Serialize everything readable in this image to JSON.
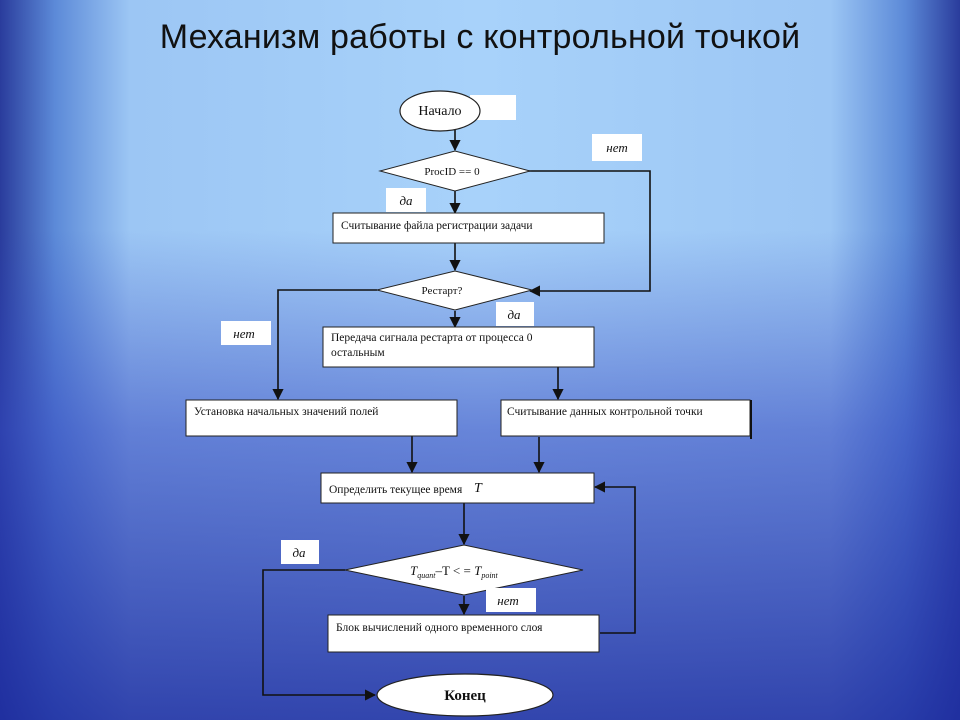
{
  "title": "Механизм работы с контрольной точкой",
  "nodes": {
    "start": "Начало",
    "cond_procid": "ProcID == 0",
    "read_file": "Считывание файла регистрации задачи",
    "cond_restart": "Рестарт?",
    "pass_signal_1": "Передача сигнала рестарта от процесса 0",
    "pass_signal_2": "остальным",
    "init_fields": "Установка начальных значений полей",
    "read_checkpoint": "Считывание данных контрольной точки",
    "get_time": "Определить текущее время",
    "get_time_var": "T",
    "cond_time": {
      "t1": "T",
      "t1_sub": "quant",
      "mid": "–T < = ",
      "t2": "T",
      "t2_sub": "point"
    },
    "compute_layer": "Блок вычислений одного временного слоя",
    "end": "Конец"
  },
  "labels": {
    "no_1": "нет",
    "yes_1": "да",
    "no_2": "нет",
    "yes_2": "да",
    "yes_3": "да",
    "no_3": "нет"
  }
}
